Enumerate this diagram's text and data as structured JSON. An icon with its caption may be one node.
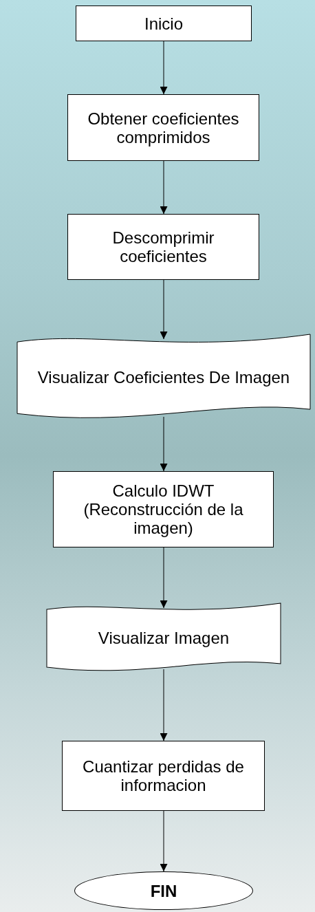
{
  "diagram": {
    "nodes": [
      {
        "text": [
          "Inicio"
        ]
      },
      {
        "text": [
          "Obtener coeficientes comprimidos"
        ]
      },
      {
        "text": [
          "Descomprimir coeficientes"
        ]
      },
      {
        "text": [
          "Visualizar Coeficientes De Imagen"
        ]
      },
      {
        "text": [
          "Calculo IDWT (Reconstrucción de la imagen)"
        ]
      },
      {
        "text": [
          "Visualizar Imagen"
        ]
      },
      {
        "text": [
          "Cuantizar perdidas de informacion"
        ]
      },
      {
        "text": [
          "FIN"
        ]
      }
    ],
    "edges": [
      {
        "from": 0,
        "to": 1,
        "arrow": "to"
      },
      {
        "from": 1,
        "to": 2,
        "arrow": "to"
      },
      {
        "from": 2,
        "to": 3,
        "arrow": "to"
      },
      {
        "from": 3,
        "to": 4,
        "arrow": "to"
      },
      {
        "from": 4,
        "to": 5,
        "arrow": "to"
      },
      {
        "from": 5,
        "to": 6,
        "arrow": "to"
      },
      {
        "from": 6,
        "to": 7,
        "arrow": "to"
      }
    ]
  }
}
